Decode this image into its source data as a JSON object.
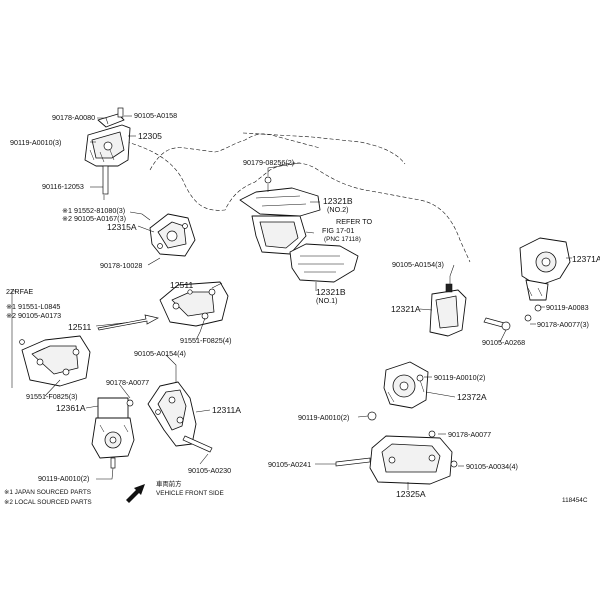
{
  "labels": {
    "p90178_A0080": "90178-A0080",
    "p90105_A0158": "90105-A0158",
    "p90119_A0010_3": "90119-A0010(3)",
    "p12305": "12305",
    "p90116_12053": "90116-12053",
    "p91552_81080": "※1 91552-81080(3)",
    "p90105_A0167": "※2 90105-A0167(3)",
    "p12315A": "12315A",
    "p90178_10028": "90178-10028",
    "p90179_08256": "90179-08256(2)",
    "p12321B_no2": "12321B",
    "p12321B_no2_sub": "(NO.2)",
    "refer1": "REFER TO",
    "refer2": "FIG 17-01",
    "refer3": "(PNC 17118)",
    "p12321B_no1": "12321B",
    "p12321B_no1_sub": "(NO.1)",
    "p90105_A0154_3": "90105-A0154(3)",
    "p12371A": "12371A",
    "p90119_A0083": "90119-A0083",
    "p90178_A0077_3": "90178-A0077(3)",
    "p12321A": "12321A",
    "p90105_A0268": "90105-A0268",
    "engine": "2ZRFAE",
    "p91551_L0845": "※1 91551-L0845",
    "p90105_A0173": "※2 90105-A0173",
    "p12511_left": "12511",
    "p12511": "12511",
    "p91551_F0825_4": "91551-F0825(4)",
    "p91551_F0825_3": "91551-F0825(3)",
    "p12361A": "12361A",
    "p90105_A0154_4": "90105-A0154(4)",
    "p90178_A0077": "90178-A0077",
    "p12311A": "12311A",
    "p90105_A0230": "90105-A0230",
    "p90119_A0010_2_left": "90119-A0010(2)",
    "p90119_A0010_2_top": "90119-A0010(2)",
    "p12372A": "12372A",
    "p90119_A0010_2_mid": "90119-A0010(2)",
    "p90178_A0077_r": "90178-A0077",
    "p90105_A0241": "90105-A0241",
    "p90105_A0034_4": "90105-A0034(4)",
    "p12325A": "12325A",
    "legend1": "※1 JAPAN SOURCED PARTS",
    "legend2": "※2 LOCAL SOURCED PARTS",
    "front_jp": "車両前方",
    "front_en": "VEHICLE FRONT SIDE",
    "fig_no": "118454C"
  }
}
